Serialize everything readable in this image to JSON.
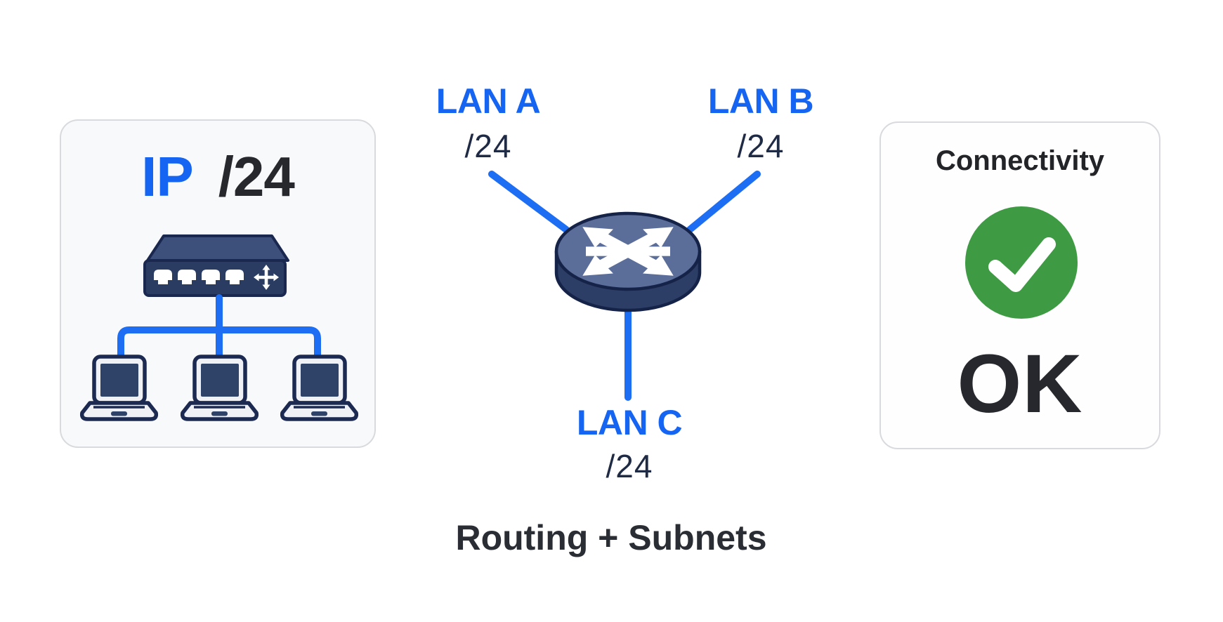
{
  "diagram_title": "Routing + Subnets",
  "left_card": {
    "title_ip": "IP",
    "title_mask": "/24",
    "device": "switch-with-three-laptops",
    "laptop_count": 3
  },
  "middle": {
    "router_icon": "cisco-style-router",
    "lan_a": {
      "name": "LAN A",
      "mask": "/24"
    },
    "lan_b": {
      "name": "LAN B",
      "mask": "/24"
    },
    "lan_c": {
      "name": "LAN C",
      "mask": "/24"
    },
    "caption": "Routing + Subnets"
  },
  "right_card": {
    "title": "Connectivity",
    "status": "OK",
    "status_icon": "check-circle"
  },
  "colors": {
    "accent_blue_text": "#1565f2",
    "link_line_blue": "#1e6ef4",
    "dark_text": "#26282d",
    "navy_mask_text": "#1f2a44",
    "status_green": "#3e9b44",
    "card_border": "#d8dade",
    "left_card_bg": "#f8f9fa",
    "right_card_bg": "#fefefe",
    "router_top": "#5b6d99",
    "router_side": "#2d3e66",
    "device_outline": "#152348",
    "switch_top": "#3d4f7b",
    "switch_front": "#2b3c63",
    "laptop_screen": "#2f4268",
    "laptop_body": "#f0f1f4"
  }
}
